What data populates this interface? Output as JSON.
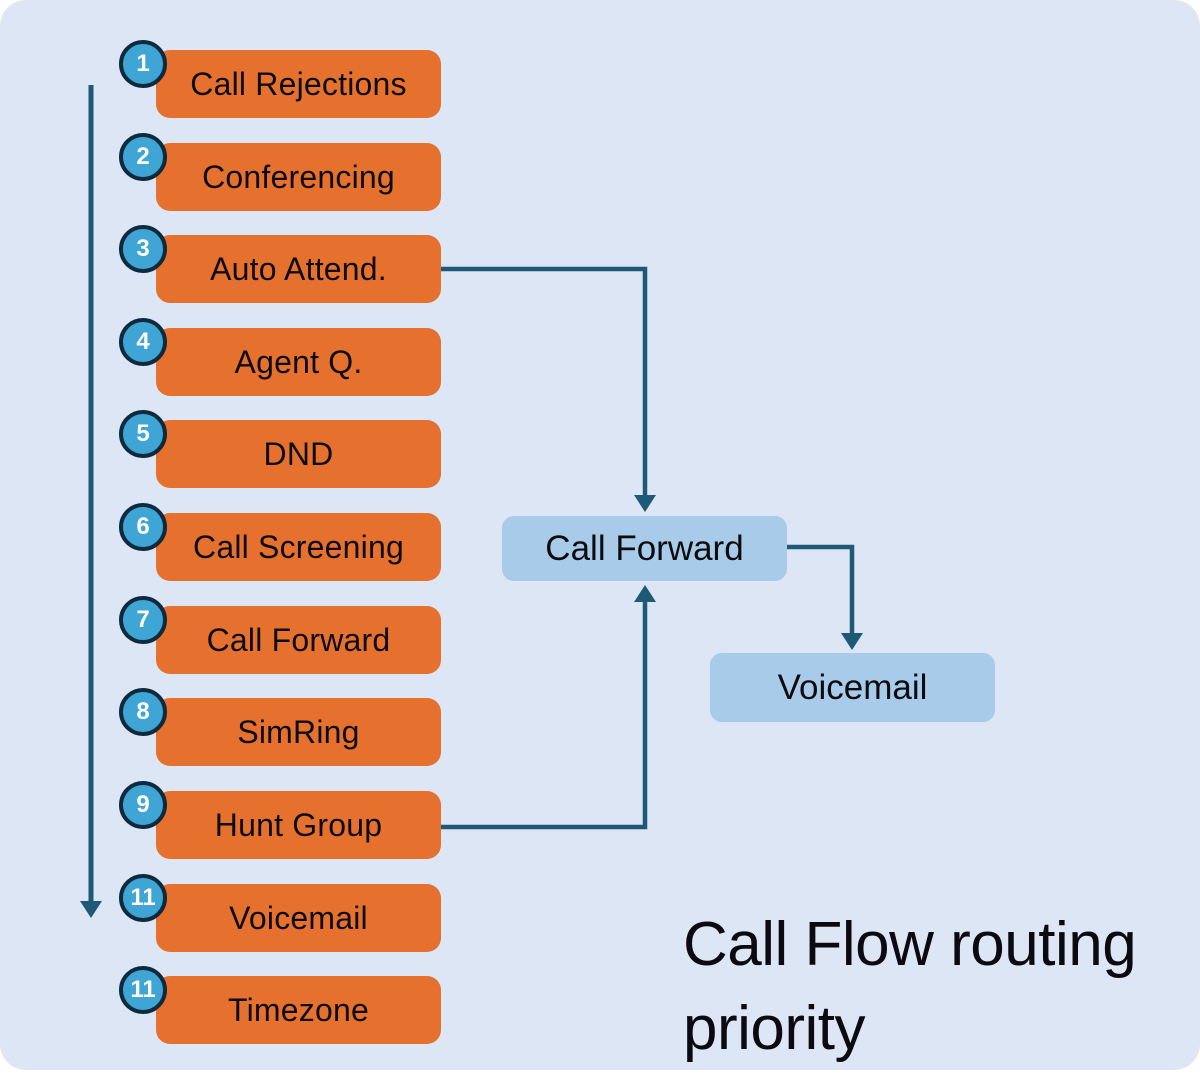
{
  "title": "Call Flow routing priority",
  "steps": [
    {
      "number": "1",
      "label": "Call Rejections"
    },
    {
      "number": "2",
      "label": "Conferencing"
    },
    {
      "number": "3",
      "label": "Auto Attend."
    },
    {
      "number": "4",
      "label": "Agent Q."
    },
    {
      "number": "5",
      "label": "DND"
    },
    {
      "number": "6",
      "label": "Call Screening"
    },
    {
      "number": "7",
      "label": "Call Forward"
    },
    {
      "number": "8",
      "label": "SimRing"
    },
    {
      "number": "9",
      "label": "Hunt Group"
    },
    {
      "number": "11",
      "label": "Voicemail"
    },
    {
      "number": "11",
      "label": "Timezone"
    }
  ],
  "flow_nodes": {
    "call_forward": "Call Forward",
    "voicemail": "Voicemail"
  },
  "connections": [
    "priority-order: top to bottom (left arrow)",
    "Auto Attend. -> Call Forward",
    "Hunt Group -> Call Forward",
    "Call Forward -> Voicemail"
  ],
  "colors": {
    "panel_background": "#dde6f4",
    "step_box": "#e6712e",
    "badge_fill": "#3ea5d4",
    "badge_border": "#0e2a3c",
    "flow_node": "#a9cbea",
    "connector": "#1e5a75",
    "text": "#0c0c0e"
  }
}
